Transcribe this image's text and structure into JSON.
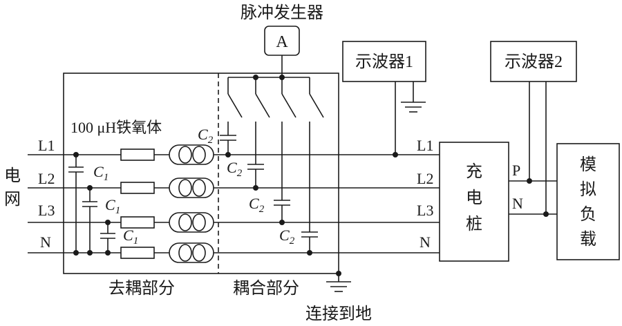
{
  "pulse_generator": {
    "title": "脉冲发生器",
    "box_label": "A"
  },
  "oscilloscope_1": "示波器1",
  "oscilloscope_2": "示波器2",
  "grid_label": [
    "电",
    "网"
  ],
  "ferrite_label": "100 μH铁氧体",
  "lines_left": [
    "L1",
    "L2",
    "L3",
    "N"
  ],
  "lines_right": [
    "L1",
    "L2",
    "L3",
    "N"
  ],
  "capacitor": {
    "letter": "C",
    "sub_decoupling": "1",
    "sub_coupling": "2"
  },
  "charger": [
    "充",
    "电",
    "桩"
  ],
  "load": [
    "模",
    "拟",
    "负",
    "载"
  ],
  "output_labels": [
    "P",
    "N"
  ],
  "decoupling_section": "去耦部分",
  "coupling_section": "耦合部分",
  "ground_label": "连接到地"
}
